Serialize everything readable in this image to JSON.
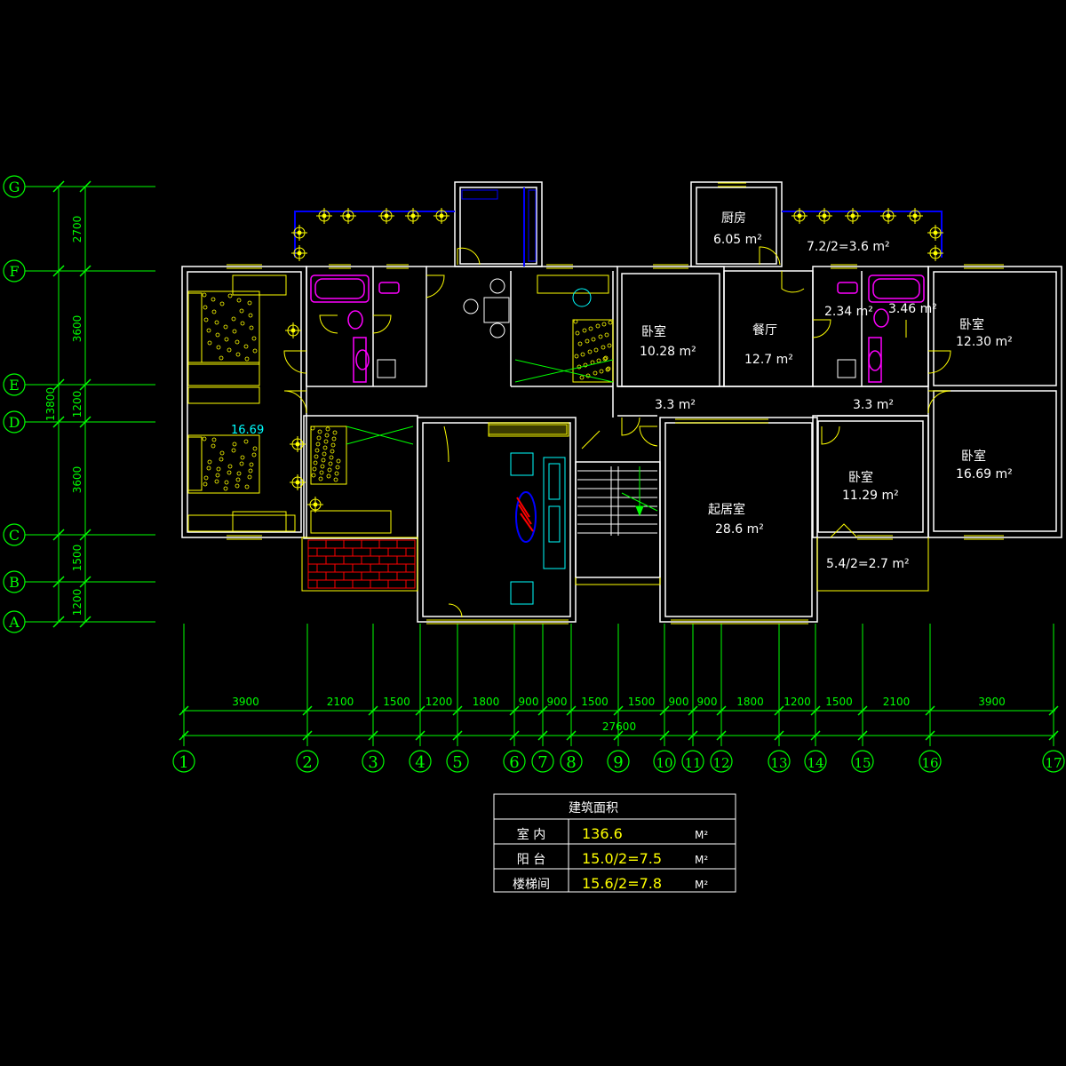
{
  "grid_rows": [
    {
      "label": "G"
    },
    {
      "label": "F"
    },
    {
      "label": "E"
    },
    {
      "label": "D"
    },
    {
      "label": "C"
    },
    {
      "label": "B"
    },
    {
      "label": "A"
    }
  ],
  "row_dims": [
    "2700",
    "3600",
    "1200",
    "3600",
    "1500",
    "1200"
  ],
  "row_total": "13800",
  "grid_cols": [
    "1",
    "2",
    "3",
    "4",
    "5",
    "6",
    "7",
    "8",
    "9",
    "10",
    "11",
    "12",
    "13",
    "14",
    "15",
    "16",
    "17"
  ],
  "col_dims": [
    "3900",
    "2100",
    "1500",
    "1200",
    "1800",
    "900",
    "900",
    "1500",
    "1500",
    "900",
    "900",
    "1800",
    "1200",
    "1500",
    "2100",
    "3900"
  ],
  "col_total": "27600",
  "rooms": {
    "kitchen_name": "厨房",
    "kitchen_area": "6.05 m²",
    "balcony_top": "7.2/2=3.6 m²",
    "bed1_name": "卧室",
    "bed1_area": "10.28 m²",
    "dining_name": "餐厅",
    "dining_area": "12.7 m²",
    "bath_a": "2.34 m²",
    "bath_b": "3.46 m²",
    "bed2_name": "卧室",
    "bed2_area": "12.30 m²",
    "corr_a": "3.3 m²",
    "corr_b": "3.3 m²",
    "left_area": "16.69",
    "bed3_name": "卧室",
    "bed3_area": "11.29 m²",
    "bed4_name": "卧室",
    "bed4_area": "16.69 m²",
    "living_name": "起居室",
    "living_area": "28.6 m²",
    "balcony_bottom": "5.4/2=2.7 m²"
  },
  "table": {
    "title": "建筑面积",
    "rows": [
      {
        "label": "室 内",
        "value": "136.6",
        "unit": "M²"
      },
      {
        "label": "阳 台",
        "value": "15.0/2=7.5",
        "unit": "M²"
      },
      {
        "label": "楼梯间",
        "value": "15.6/2=7.8",
        "unit": "M²"
      }
    ]
  },
  "colors": {
    "background": "#000000",
    "dimension": "#00ff00",
    "wall": "#ffffff",
    "window": "#ffff00",
    "furniture": "#ffff00",
    "fixture": "#ff00ff",
    "railing": "#0000ff",
    "accent_cyan": "#00ffff",
    "brick": "#ff0000"
  }
}
